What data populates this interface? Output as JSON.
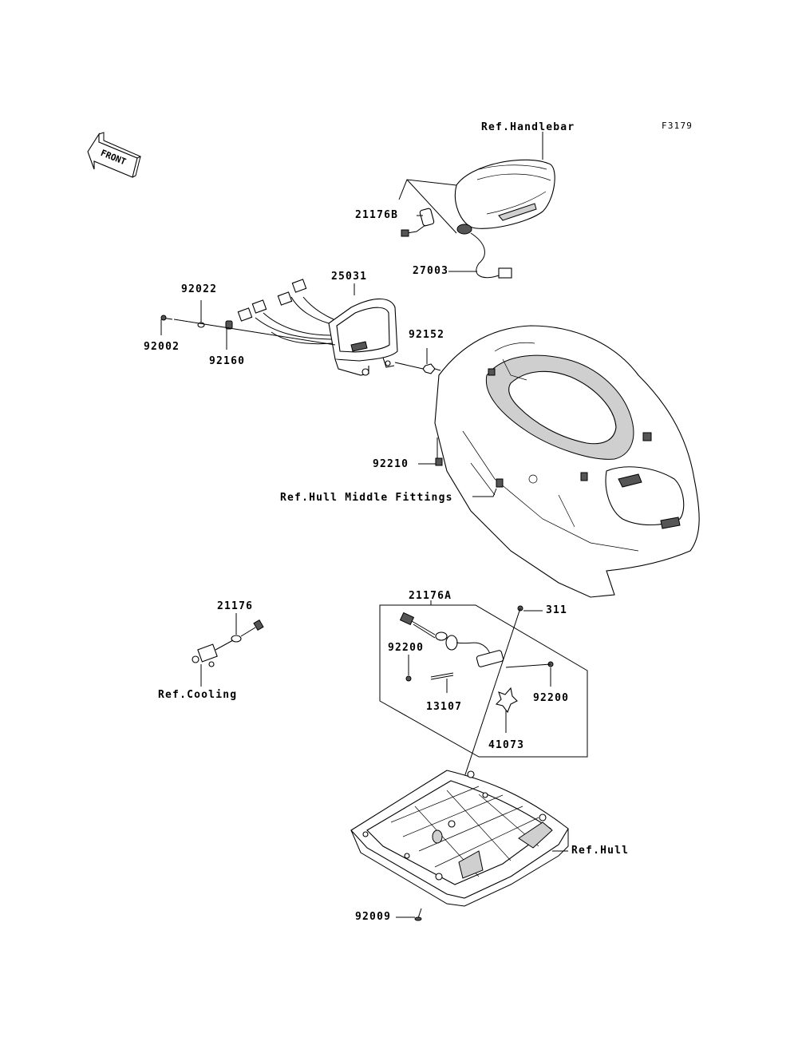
{
  "figure_code": "F3179",
  "front_label": "FRONT",
  "references": {
    "handlebar": "Ref.Handlebar",
    "hull_middle_fittings": "Ref.Hull Middle Fittings",
    "cooling": "Ref.Cooling",
    "hull": "Ref.Hull"
  },
  "part_numbers": {
    "p21176B": "21176B",
    "p27003": "27003",
    "p25031": "25031",
    "p92022": "92022",
    "p92002": "92002",
    "p92160": "92160",
    "p92152": "92152",
    "p92210": "92210",
    "p21176A": "21176A",
    "p311": "311",
    "p92200a": "92200",
    "p92200b": "92200",
    "p13107": "13107",
    "p41073": "41073",
    "p21176": "21176",
    "p92009": "92009"
  }
}
